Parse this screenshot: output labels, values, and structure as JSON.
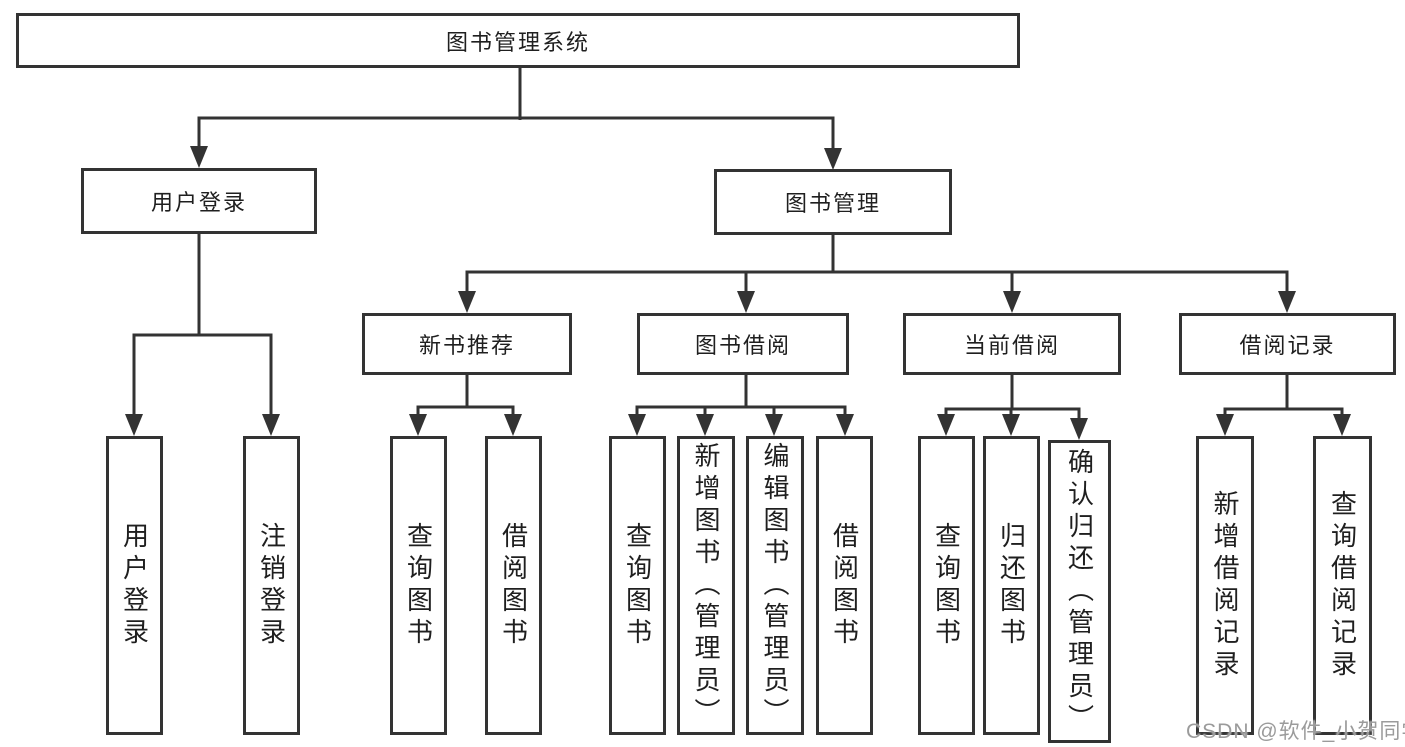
{
  "diagram": {
    "root": {
      "label": "图书管理系统"
    },
    "user_login": {
      "label": "用户登录",
      "children": [
        {
          "label": "用户登录"
        },
        {
          "label": "注销登录"
        }
      ]
    },
    "book_management": {
      "label": "图书管理",
      "sections": [
        {
          "label": "新书推荐",
          "children": [
            {
              "label": "查询图书"
            },
            {
              "label": "借阅图书"
            }
          ]
        },
        {
          "label": "图书借阅",
          "children": [
            {
              "label": "查询图书"
            },
            {
              "label": "新增图书（管理员）"
            },
            {
              "label": "编辑图书（管理员）"
            },
            {
              "label": "借阅图书"
            }
          ]
        },
        {
          "label": "当前借阅",
          "children": [
            {
              "label": "查询图书"
            },
            {
              "label": "归还图书"
            },
            {
              "label": "确认归还（管理员）"
            }
          ]
        },
        {
          "label": "借阅记录",
          "children": [
            {
              "label": "新增借阅记录"
            },
            {
              "label": "查询借阅记录"
            }
          ]
        }
      ]
    }
  },
  "watermark": {
    "text": "CSDN @软件_小贺同学"
  },
  "colors": {
    "line": "#333333",
    "text": "#1f1f1f",
    "box_background": "#ffffff",
    "page_background": "#ffffff",
    "watermark": "#9b9b9b"
  }
}
